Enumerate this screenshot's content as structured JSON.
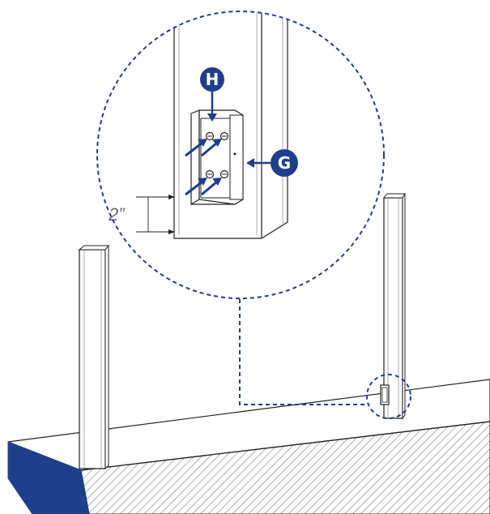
{
  "callouts": {
    "bracket_label": "H",
    "post_label": "G"
  },
  "dimension": {
    "offset_label": "2”"
  },
  "colors": {
    "accent": "#1f3f8c",
    "line": "#333333",
    "hatch": "#555555"
  }
}
